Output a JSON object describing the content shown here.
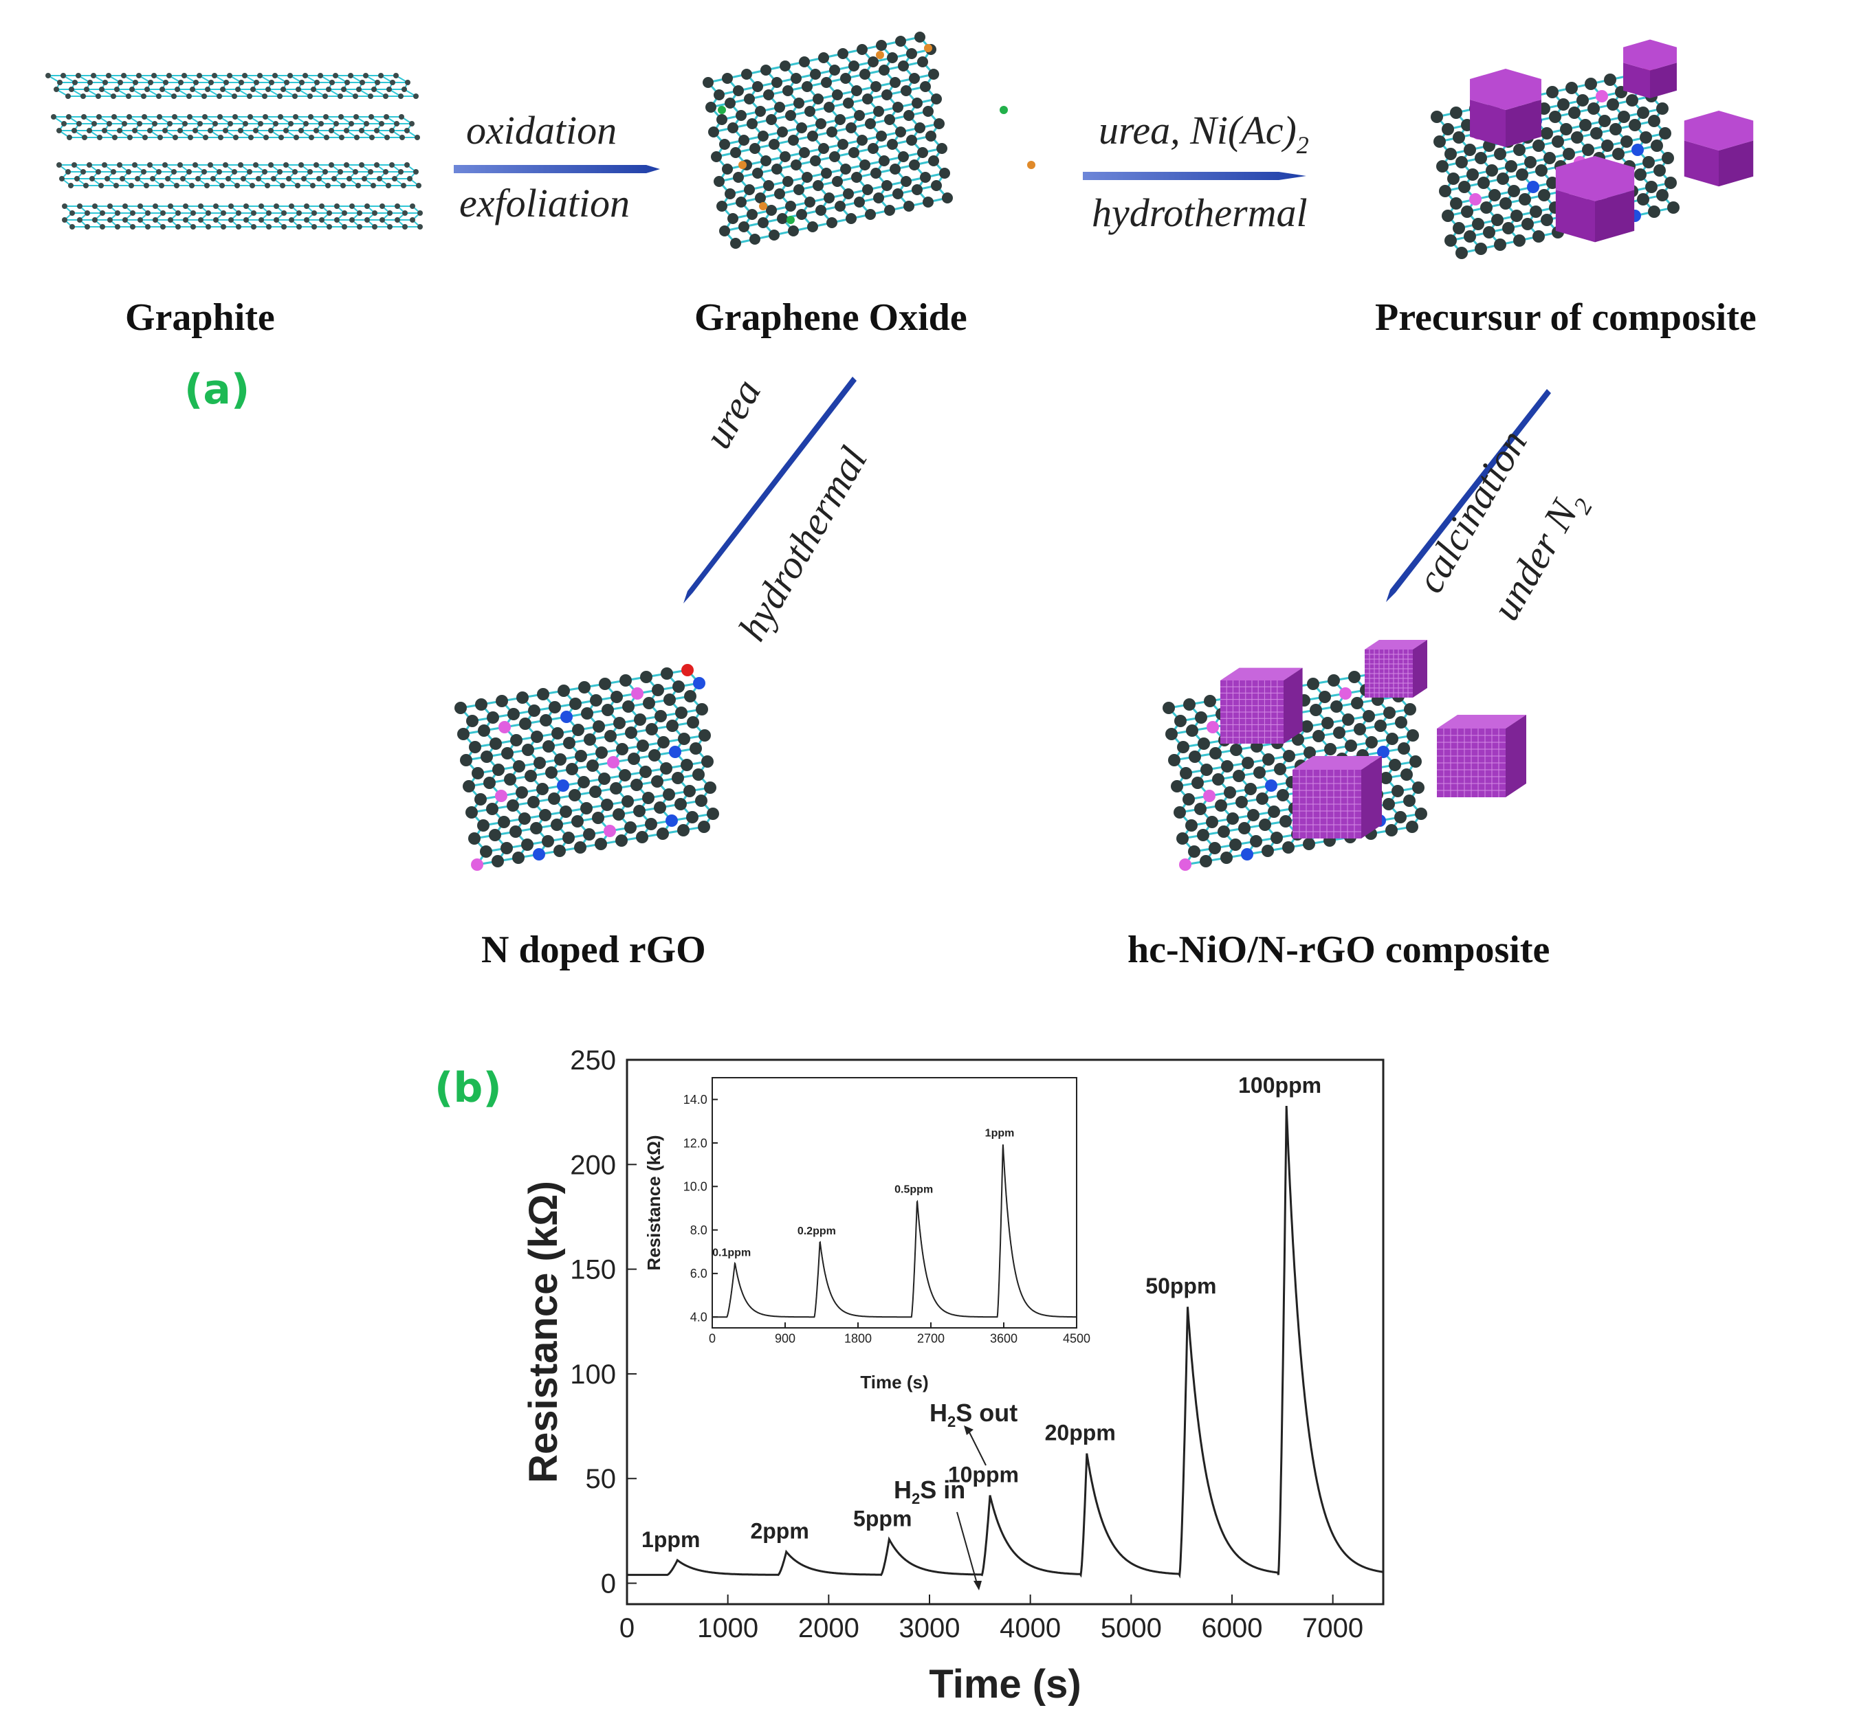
{
  "panel_a": {
    "label": "(a)",
    "captions": {
      "graphite": "Graphite",
      "graphene_oxide": "Graphene Oxide",
      "precursor": "Precursur of composite",
      "n_doped_rgo": "N doped rGO",
      "composite": "hc-NiO/N-rGO composite"
    },
    "arrows": {
      "oxidation": {
        "above": "oxidation",
        "below": "exfoliation"
      },
      "urea_ni": {
        "above": "urea, Ni(Ac)",
        "above_sub": "2",
        "below": "hydrothermal"
      },
      "urea_down": {
        "left": "urea",
        "right": "hydrothermal"
      },
      "calcination": {
        "left": "calcination",
        "right": "under N",
        "right_sub": "2"
      }
    },
    "colors": {
      "carbon": "#2f3b3b",
      "bond": "#39c3d0",
      "nitrogen": "#1f4fe0",
      "oxygen_o": "#e08a2a",
      "oxygen_g": "#22b04a",
      "red": "#e01f1f",
      "pink": "#e060e0",
      "nio": "#9b2fb0",
      "arrow": "#1f3fa8"
    }
  },
  "panel_b": {
    "label": "(b)",
    "chart_data": [
      {
        "type": "line",
        "xlabel": "Time (s)",
        "ylabel": "Resistance (kΩ)",
        "xlim": [
          0,
          7500
        ],
        "ylim": [
          -10,
          250
        ],
        "xticks": [
          "0",
          "1000",
          "2000",
          "3000",
          "4000",
          "5000",
          "6000",
          "7000"
        ],
        "yticks": [
          "0",
          "50",
          "100",
          "150",
          "200",
          "250"
        ],
        "baseline": 4,
        "pulses": [
          {
            "label": "1ppm",
            "t_on": 400,
            "t_peak": 500,
            "peak": 11
          },
          {
            "label": "2ppm",
            "t_on": 1500,
            "t_peak": 1580,
            "peak": 15
          },
          {
            "label": "5ppm",
            "t_on": 2520,
            "t_peak": 2600,
            "peak": 21
          },
          {
            "label": "10ppm",
            "t_on": 3520,
            "t_peak": 3600,
            "peak": 42
          },
          {
            "label": "20ppm",
            "t_on": 4500,
            "t_peak": 4560,
            "peak": 62
          },
          {
            "label": "50ppm",
            "t_on": 5480,
            "t_peak": 5560,
            "peak": 132
          },
          {
            "label": "100ppm",
            "t_on": 6460,
            "t_peak": 6540,
            "peak": 228
          }
        ],
        "annotations": [
          {
            "text": "H",
            "sub": "2",
            "rest": "S out"
          },
          {
            "text": "H",
            "sub": "2",
            "rest": "S in"
          }
        ]
      },
      {
        "type": "line",
        "xlabel": "Time (s)",
        "ylabel": "Resistance (kΩ)",
        "xlim": [
          0,
          4500
        ],
        "ylim": [
          3.5,
          15
        ],
        "xticks": [
          "0",
          "900",
          "1800",
          "2700",
          "3600",
          "4500"
        ],
        "yticks": [
          "4.0",
          "6.0",
          "8.0",
          "10.0",
          "12.0",
          "14.0"
        ],
        "baseline": 4.0,
        "pulses": [
          {
            "label": "0.1ppm",
            "t_on": 180,
            "t_peak": 280,
            "peak": 6.5
          },
          {
            "label": "0.2ppm",
            "t_on": 1260,
            "t_peak": 1330,
            "peak": 7.5
          },
          {
            "label": "0.5ppm",
            "t_on": 2460,
            "t_peak": 2530,
            "peak": 9.4
          },
          {
            "label": "1ppm",
            "t_on": 3520,
            "t_peak": 3590,
            "peak": 12.0
          }
        ]
      }
    ]
  }
}
